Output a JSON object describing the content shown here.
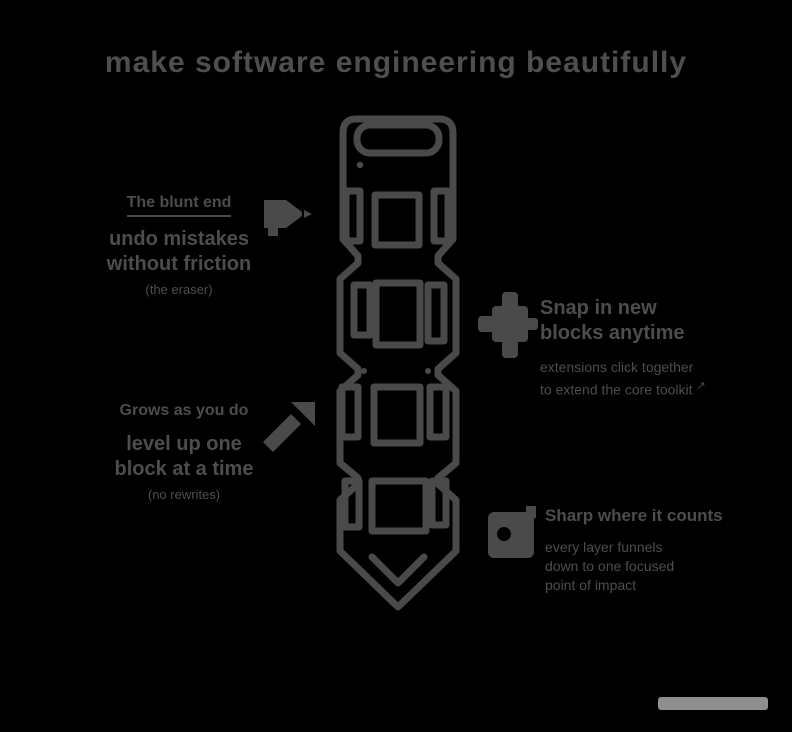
{
  "title": "make software engineering beautifully",
  "labels": {
    "eraser": {
      "heading": "The blunt end",
      "line1": "undo mistakes",
      "line2": "without friction",
      "note": "(the eraser)",
      "icon": "megaphone-icon"
    },
    "modules": {
      "line1": "Snap in new",
      "line2": "blocks anytime",
      "desc1": "extensions click together",
      "desc2": "to extend the core toolkit",
      "link_arrow": "↗",
      "icon": "puzzle-piece-icon"
    },
    "growth": {
      "heading": "Grows as you do",
      "line1": "level up one",
      "line2": "block at a time",
      "note": "(no rewrites)",
      "icon": "arrow-up-right-icon"
    },
    "tip": {
      "heading": "Sharp where it counts",
      "desc1": "every layer funnels",
      "desc2": "down to one focused",
      "desc3": "point of impact",
      "icon": "app-block-icon"
    }
  },
  "diagram": {
    "subject": "pencil built from stacked block segments",
    "segments": [
      "eraser cap",
      "ferrule block",
      "upper body block",
      "lower body block",
      "grip block",
      "sharpened tip"
    ]
  },
  "colors": {
    "background": "#000000",
    "ink": "#4a4a4a",
    "text": "#4f4f4f",
    "watermark": "#8f8f8f"
  }
}
